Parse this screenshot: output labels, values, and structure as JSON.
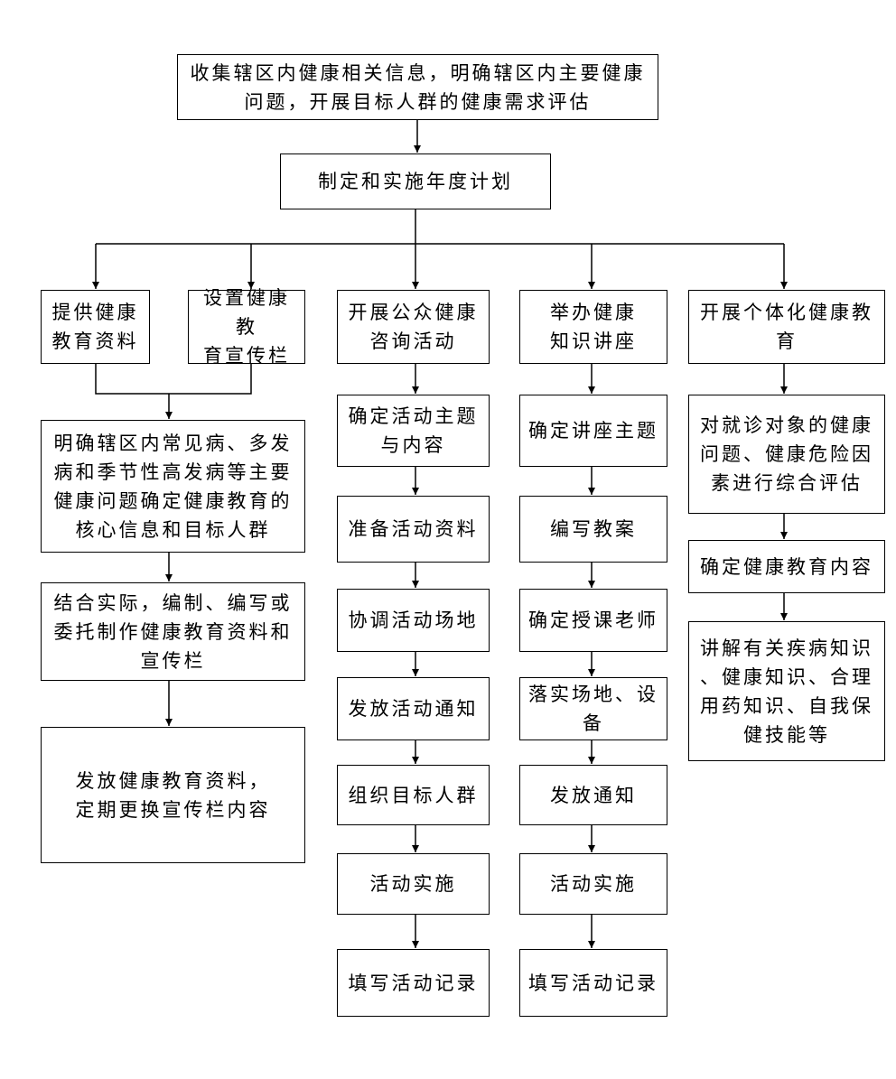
{
  "nodes": {
    "collect": "收集辖区内健康相关信息，明确辖区内主要健康\n问题，开展目标人群的健康需求评估",
    "plan": "制定和实施年度计划",
    "provide_materials": "提供健康\n教育资料",
    "set_board": "设置健康教\n育宣传栏",
    "public_consult": "开展公众健康\n咨询活动",
    "lecture": "举办健康\n知识讲座",
    "individual": "开展个体化健康教\n育",
    "clarify_core": "明确辖区内常见病、多发\n病和季节性高发病等主要\n健康问题确定健康教育的\n核心信息和目标人群",
    "compile": "结合实际，编制、编写或\n委托制作健康教育资料和\n宣传栏",
    "distribute": "发放健康教育资料，\n定期更换宣传栏内容",
    "a_theme": "确定活动主题\n与内容",
    "a_prepare": "准备活动资料",
    "a_venue": "协调活动场地",
    "a_notice": "发放活动通知",
    "a_organize": "组织目标人群",
    "a_implement": "活动实施",
    "a_record": "填写活动记录",
    "l_theme": "确定讲座主题",
    "l_plan": "编写教案",
    "l_teacher": "确定授课老师",
    "l_venue": "落实场地、设\n备",
    "l_notice": "发放通知",
    "l_implement": "活动实施",
    "l_record": "填写活动记录",
    "i_assess": "对就诊对象的健康\n问题、健康危险因\n素进行综合评估",
    "i_content": "确定健康教育内容",
    "i_explain": "讲解有关疾病知识\n、健康知识、合理\n用药知识、自我保\n健技能等"
  }
}
